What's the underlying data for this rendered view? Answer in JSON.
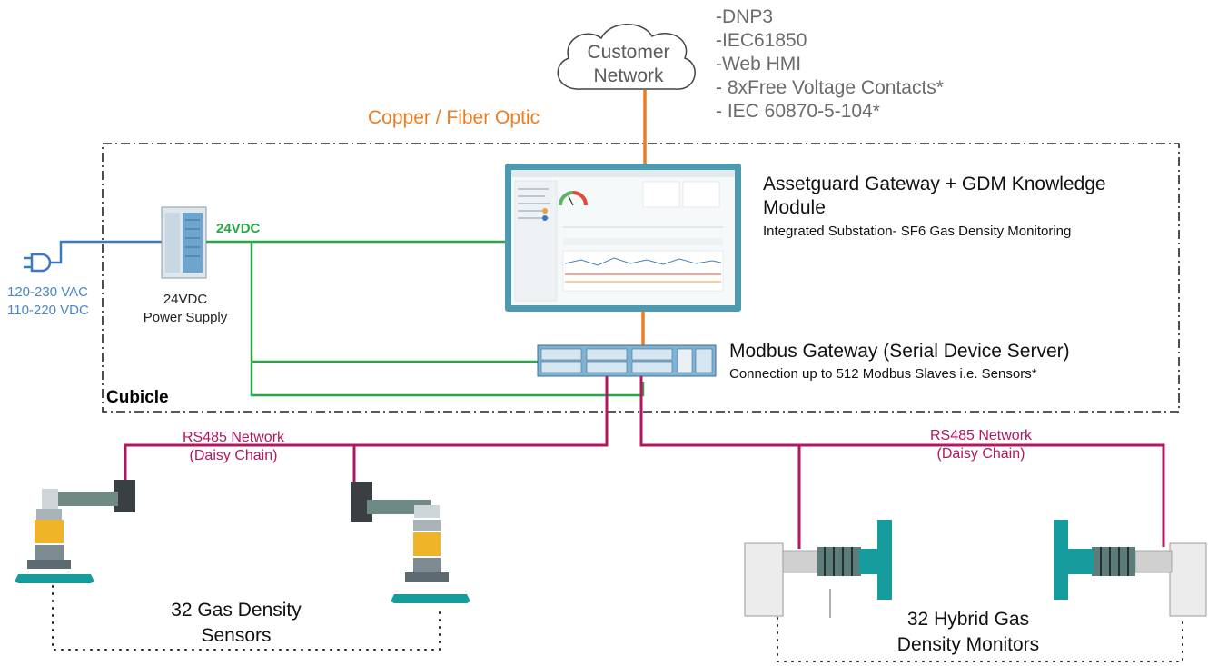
{
  "cloud": {
    "label_line1": "Customer",
    "label_line2": "Network"
  },
  "protocols": [
    "-DNP3",
    "-IEC61850",
    "-Web HMI",
    "- 8xFree Voltage Contacts*",
    "- IEC 60870-5-104*"
  ],
  "uplink": {
    "label": "Copper / Fiber Optic"
  },
  "power_input": {
    "line1": "120-230 VAC",
    "line2": "110-220 VDC"
  },
  "power_supply": {
    "rail_label": "24VDC",
    "label_line1": "24VDC",
    "label_line2": "Power Supply"
  },
  "assetguard": {
    "title_line1": "Assetguard Gateway + GDM Knowledge",
    "title_line2": "Module",
    "subtitle": "Integrated Substation- SF6 Gas Density Monitoring"
  },
  "modbus": {
    "title": "Modbus Gateway (Serial Device Server)",
    "subtitle": "Connection up to 512 Modbus Slaves i.e. Sensors*"
  },
  "cubicle": {
    "label": "Cubicle"
  },
  "rs485_left": {
    "line1": "RS485 Network",
    "line2": "(Daisy Chain)"
  },
  "rs485_right": {
    "line1": "RS485 Network",
    "line2": "(Daisy Chain)"
  },
  "sensors_left": {
    "line1": "32 Gas Density",
    "line2": "Sensors"
  },
  "sensors_right": {
    "line1": "32 Hybrid Gas",
    "line2": "Density Monitors"
  },
  "colors": {
    "copper": "#ee7d22",
    "power_24vdc": "#27a844",
    "mains": "#3b78c4",
    "rs485": "#b3175f",
    "teal": "#169c9c",
    "sensor_yellow": "#f0b429"
  }
}
